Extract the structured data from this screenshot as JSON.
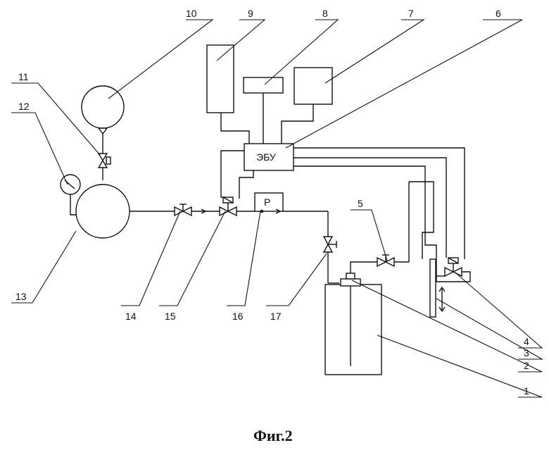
{
  "blocks": {
    "ebu": "ЭБУ",
    "pressure": "Р"
  },
  "callouts": {
    "n1": "1",
    "n2": "2",
    "n3": "3",
    "n4": "4",
    "n5": "5",
    "n6": "6",
    "n7": "7",
    "n8": "8",
    "n9": "9",
    "n10": "10",
    "n11": "11",
    "n12": "12",
    "n13": "13",
    "n14": "14",
    "n15": "15",
    "n16": "16",
    "n17": "17"
  },
  "caption": "Фиг.2"
}
